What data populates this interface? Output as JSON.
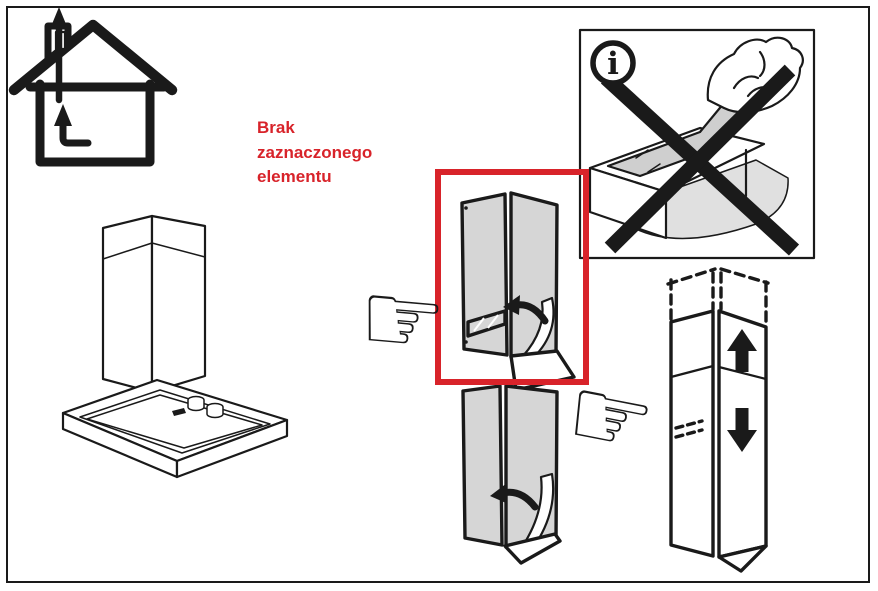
{
  "page": {
    "background": "#ffffff",
    "border_color": "#1a1a1a"
  },
  "colors": {
    "accent_red": "#d8232a",
    "line_black": "#1a1a1a",
    "panel_gray": "#d6d6d6",
    "film_gray": "#cfcfcf",
    "drape_gray": "#e0e0e0",
    "background": "#ffffff"
  },
  "annotation": {
    "line1": "Brak",
    "line2": "zaznaczonego",
    "line3": "elementu"
  },
  "info": {
    "icon_glyph": "i"
  },
  "icons": {
    "pointing_hand": "☞"
  }
}
